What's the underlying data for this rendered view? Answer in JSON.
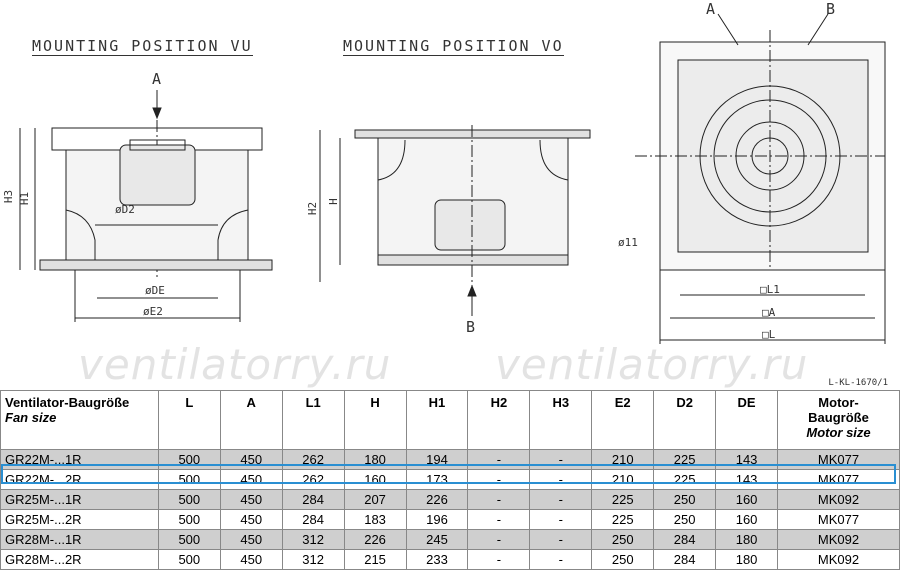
{
  "titles": {
    "vu": "MOUNTING POSITION VU",
    "vo": "MOUNTING POSITION VO"
  },
  "labels": {
    "a": "A",
    "b": "B",
    "a_small": "A",
    "b_small": "B",
    "h3": "H3",
    "h1": "H1",
    "h2": "H2",
    "h": "H",
    "d2": "øD2",
    "de": "øDE",
    "e2": "øE2",
    "hole": "ø11",
    "l1": "□L1",
    "a_dim": "□A",
    "l": "□L"
  },
  "watermark": "ventilatorry.ru",
  "drawing_ref": "L-KL-1670/1",
  "table": {
    "headers": [
      {
        "line1": "Ventilator-Baugröße",
        "line2": "Fan size"
      },
      {
        "line1": "L"
      },
      {
        "line1": "A"
      },
      {
        "line1": "L1"
      },
      {
        "line1": "H"
      },
      {
        "line1": "H1"
      },
      {
        "line1": "H2"
      },
      {
        "line1": "H3"
      },
      {
        "line1": "E2"
      },
      {
        "line1": "D2"
      },
      {
        "line1": "DE"
      },
      {
        "line1": "Motor-",
        "line1b": "Baugröße",
        "line2": "Motor size"
      }
    ],
    "rows": [
      [
        "GR22M-...1R",
        "500",
        "450",
        "262",
        "180",
        "194",
        "-",
        "-",
        "210",
        "225",
        "143",
        "MK077"
      ],
      [
        "GR22M-...2R",
        "500",
        "450",
        "262",
        "160",
        "173",
        "-",
        "-",
        "210",
        "225",
        "143",
        "MK077"
      ],
      [
        "GR25M-...1R",
        "500",
        "450",
        "284",
        "207",
        "226",
        "-",
        "-",
        "225",
        "250",
        "160",
        "MK092"
      ],
      [
        "GR25M-...2R",
        "500",
        "450",
        "284",
        "183",
        "196",
        "-",
        "-",
        "225",
        "250",
        "160",
        "MK077"
      ],
      [
        "GR28M-...1R",
        "500",
        "450",
        "312",
        "226",
        "245",
        "-",
        "-",
        "250",
        "284",
        "180",
        "MK092"
      ],
      [
        "GR28M-...2R",
        "500",
        "450",
        "312",
        "215",
        "233",
        "-",
        "-",
        "250",
        "284",
        "180",
        "MK092"
      ]
    ]
  }
}
